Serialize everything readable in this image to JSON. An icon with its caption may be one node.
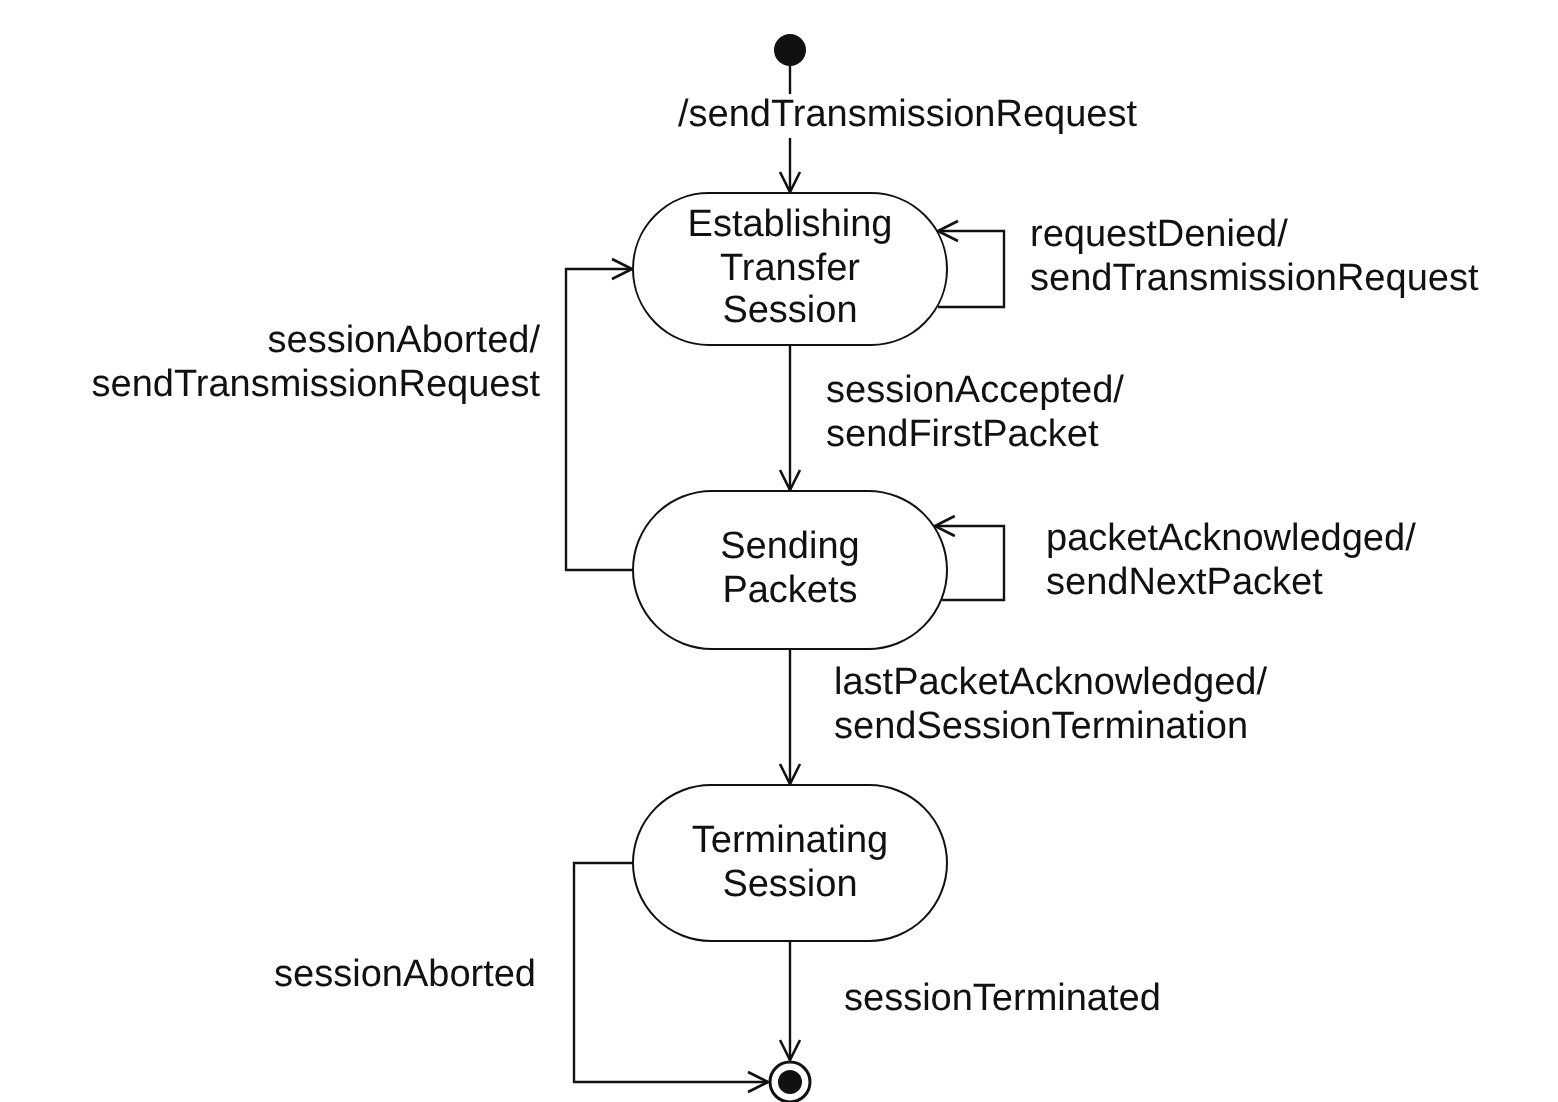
{
  "diagram": {
    "nodes": [
      {
        "text": [],
        "shape": "dot"
      },
      {
        "text": [
          "Establishing Transfer Session"
        ]
      },
      {
        "text": [
          "Sending Packets"
        ]
      },
      {
        "text": [
          "Terminating Session"
        ]
      },
      {
        "text": [],
        "shape": "bullseye"
      }
    ],
    "edges": [
      {
        "from": 0,
        "to": 1,
        "arrow": "to",
        "label": "/sendTransmissionRequest"
      },
      {
        "from": 1,
        "to": 1,
        "arrow": "to",
        "label": "requestDenied/ sendTransmissionRequest"
      },
      {
        "from": 1,
        "to": 2,
        "arrow": "to",
        "label": "sessionAccepted/ sendFirstPacket"
      },
      {
        "from": 2,
        "to": 1,
        "arrow": "to",
        "label": "sessionAborted/ sendTransmissionRequest"
      },
      {
        "from": 2,
        "to": 2,
        "arrow": "to",
        "label": "packetAcknowledged/ sendNextPacket"
      },
      {
        "from": 2,
        "to": 3,
        "arrow": "to",
        "label": "lastPacketAcknowledged/ sendSessionTermination"
      },
      {
        "from": 3,
        "to": 4,
        "arrow": "to",
        "label": "sessionTerminated"
      },
      {
        "from": 3,
        "to": 4,
        "arrow": "to",
        "label": "sessionAborted"
      }
    ]
  }
}
